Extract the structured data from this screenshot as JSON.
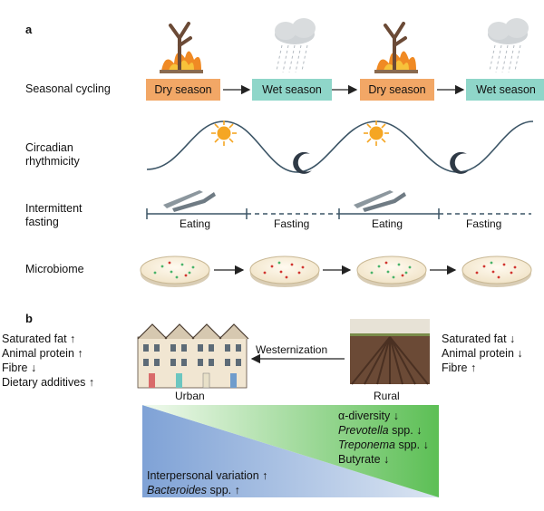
{
  "panel_a": {
    "label": "a",
    "rows": {
      "seasonal": "Seasonal cycling",
      "circadian_1": "Circadian",
      "circadian_2": "rhythmicity",
      "fasting_1": "Intermittent",
      "fasting_2": "fasting",
      "microbiome": "Microbiome"
    },
    "seasons": [
      "Dry season",
      "Wet season",
      "Dry season",
      "Wet season"
    ],
    "feeding": [
      "Eating",
      "Fasting",
      "Eating",
      "Fasting"
    ]
  },
  "panel_b": {
    "label": "b",
    "urban": {
      "caption": "Urban",
      "diet": [
        "Saturated fat ↑",
        "Animal protein ↑",
        "Fibre ↓",
        "Dietary additives ↑"
      ]
    },
    "rural": {
      "caption": "Rural",
      "diet": [
        "Saturated fat ↓",
        "Animal protein ↓",
        "Fibre ↑"
      ]
    },
    "arrow_label": "Westernization",
    "rural_microbiome": {
      "line1": "α-diversity ↓",
      "line2_italic": "Prevotella",
      "line2_rest": " spp. ↓",
      "line3_italic": "Treponema",
      "line3_rest": " spp. ↓",
      "line4": "Butyrate ↓"
    },
    "urban_microbiome": {
      "line1": "Interpersonal variation ↑",
      "line2_italic": "Bacteroides",
      "line2_rest": " spp. ↑"
    }
  },
  "colors": {
    "dry": "#f2a766",
    "wet": "#8fd6c9",
    "line": "#3c5566",
    "urban_gradient": "#7fa2d6",
    "rural_gradient": "#5cbf55",
    "sun": "#f5a623",
    "soil": "#6b4a36"
  }
}
